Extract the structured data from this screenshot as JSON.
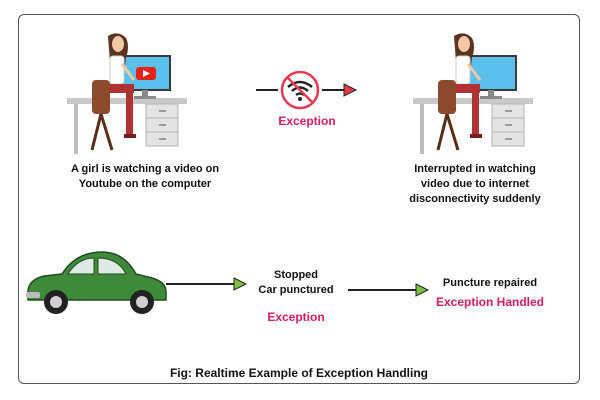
{
  "scene1": {
    "caption_line1": "A girl is watching a video on",
    "caption_line2": "Youtube on the computer"
  },
  "exception_top": "Exception",
  "scene2": {
    "caption_line1": "Interrupted in watching",
    "caption_line2": "video due to internet",
    "caption_line3": "disconnectivity suddenly"
  },
  "car_flow": {
    "step1_line1": "Stopped",
    "step1_line2": "Car punctured",
    "step1_exception": "Exception",
    "step2_line1": "Puncture repaired",
    "step2_handled": "Exception Handled"
  },
  "figure_caption": "Fig: Realtime Example of Exception Handling",
  "colors": {
    "accent_red": "#d81b60",
    "arrow_green": "#7cc142",
    "arrow_red": "#e8384f",
    "car_green": "#3e8a3a",
    "screen_blue": "#5bc0eb",
    "youtube_red": "#e62117"
  },
  "icons": [
    "youtube-icon",
    "no-wifi-icon",
    "computer-monitor-icon",
    "car-icon"
  ]
}
